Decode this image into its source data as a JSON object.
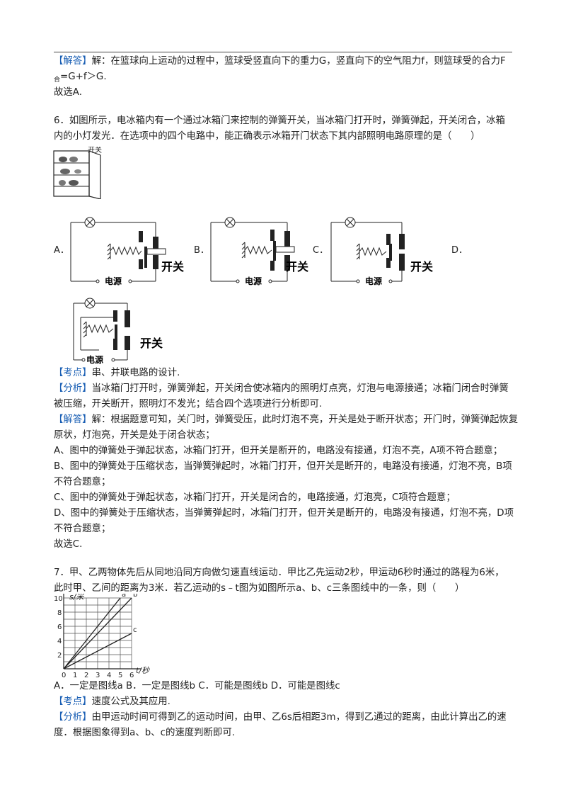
{
  "q5_tail": {
    "line1_tag": "【解答】",
    "line1_text": "解：在篮球向上运动的过程中，篮球受竖直向下的重力G，竖直向下的空气阻力f，则篮球受的合力F",
    "line2_sub": "合",
    "line2_text": "=G+f＞G.",
    "line3": "故选A."
  },
  "q6": {
    "stem1": "6．如图所示，电冰箱内有一个通过冰箱门来控制的弹簧开关，当冰箱门打开时，弹簧弹起，开关闭合，冰箱",
    "stem2": "内的小灯发光．在选项中的四个电路中，能正确表示冰箱开门状态下其内部照明电路原理的是（　　）",
    "fridge_label": "开关",
    "option_labels": [
      "A．",
      "B．",
      "C．",
      "D．"
    ],
    "switch_label": "开关",
    "source_label": "电源",
    "kaodian_tag": "【考点】",
    "kaodian": "串、并联电路的设计.",
    "fenxi_tag": "【分析】",
    "fenxi1": "当冰箱门打开时，弹簧弹起，开关闭合使冰箱内的照明灯点亮，灯泡与电源接通；冰箱门闭合时弹簧",
    "fenxi2": "被压缩，开关断开，照明灯不发光；结合四个选项进行分析即可.",
    "jieda_tag": "【解答】",
    "jieda1": "解：根据题意可知，关门时，弹簧受压，此时灯泡不亮，开关是处于断开状态；开门时，弹簧弹起恢复",
    "jieda2": "原状，灯泡亮，开关是处于闭合状态；",
    "a_line": "A、图中的弹簧处于弹起状态，冰箱门打开，但开关是断开的，电路没有接通，灯泡不亮，A项不符合题意；",
    "b_line1": "B、图中的弹簧处于压缩状态，当弹簧弹起时，冰箱门打开，但开关是断开的，电路没有接通，灯泡不亮，B项",
    "b_line2": "不符合题意；",
    "c_line": "C、图中的弹簧处于弹起状态，冰箱门打开，开关是闭合的，电路接通，灯泡亮，C项符合题意；",
    "d_line1": "D、图中的弹簧处于压缩状态，当弹簧弹起时，冰箱门打开，但开关是断开的，电路没有接通，灯泡不亮，D项",
    "d_line2": "不符合题意；",
    "answer": "故选C."
  },
  "q7": {
    "stem1": "7．甲、乙两物体先后从同地沿同方向做匀速直线运动．甲比乙先运动2秒，甲运动6秒时通过的路程为6米，",
    "stem2": "此时甲、乙间的距离为3米．若乙运动的s﹣t图为如图所示a、b、c三条图线中的一条，则（　　）",
    "options": "A．一定是图线a  B．一定是图线b  C．可能是图线b  D．可能是图线c",
    "kaodian_tag": "【考点】",
    "kaodian": "速度公式及其应用.",
    "fenxi_tag": "【分析】",
    "fenxi1": "由甲运动时间可得到乙的运动时间，由甲、乙6s后相距3m，得到乙通过的距离，由此计算出乙的速",
    "fenxi2": "度．根据图象得到a、b、c的速度判断即可."
  },
  "chart_data": {
    "type": "line",
    "title": "",
    "xlabel": "t/秒",
    "ylabel": "s/米",
    "xlim": [
      0,
      6
    ],
    "ylim": [
      0,
      10
    ],
    "x_ticks": [
      "0",
      "1",
      "2",
      "3",
      "4",
      "5",
      "6"
    ],
    "y_ticks": [
      "2",
      "4",
      "6",
      "8",
      "10"
    ],
    "grid": true,
    "series": [
      {
        "name": "a",
        "x": [
          0,
          5
        ],
        "y": [
          0,
          10
        ]
      },
      {
        "name": "b",
        "x": [
          0,
          6
        ],
        "y": [
          0,
          10
        ]
      },
      {
        "name": "c",
        "x": [
          0,
          6
        ],
        "y": [
          0,
          5
        ]
      }
    ]
  }
}
